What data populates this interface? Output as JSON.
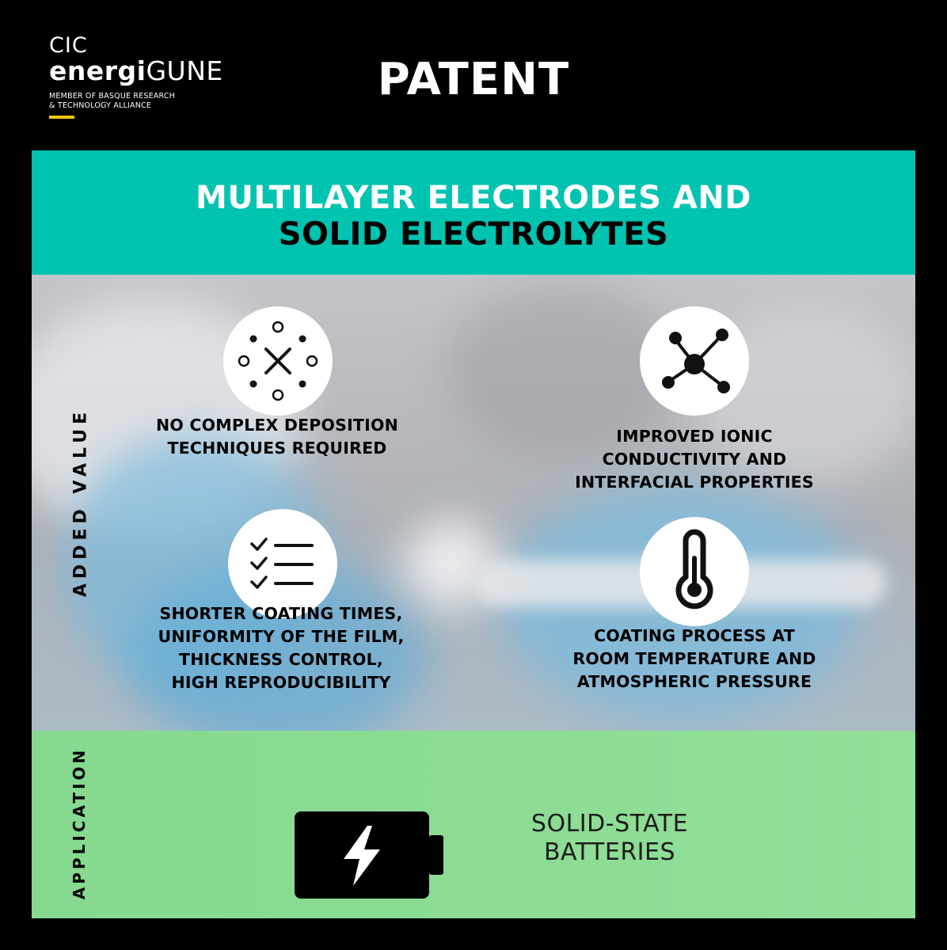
{
  "header": {
    "logo_line1": "CIC",
    "logo_brand_bold": "energi",
    "logo_brand_rest": "GUNE",
    "logo_sub_line1": "MEMBER OF BASQUE RESEARCH",
    "logo_sub_line2": "& TECHNOLOGY ALLIANCE",
    "title": "PATENT"
  },
  "banner": {
    "line1": "MULTILAYER ELECTRODES AND",
    "line2": "SOLID ELECTROLYTES"
  },
  "added_value": {
    "label": "ADDED VALUE",
    "items": [
      {
        "icon": "deposition-icon",
        "line1": "NO COMPLEX DEPOSITION",
        "line2": "TECHNIQUES REQUIRED"
      },
      {
        "icon": "molecule-icon",
        "line1": "IMPROVED IONIC",
        "line2": "CONDUCTIVITY AND",
        "line3": "INTERFACIAL PROPERTIES"
      },
      {
        "icon": "checklist-icon",
        "line1": "SHORTER COATING TIMES,",
        "line2": "UNIFORMITY OF THE FILM,",
        "line3": "THICKNESS CONTROL,",
        "line4": "HIGH REPRODUCIBILITY"
      },
      {
        "icon": "thermometer-icon",
        "line1": "COATING PROCESS AT",
        "line2": "ROOM TEMPERATURE AND",
        "line3": "ATMOSPHERIC PRESSURE"
      }
    ]
  },
  "application": {
    "label": "APPLICATION",
    "icon": "battery-icon",
    "line1": "SOLID-STATE",
    "line2": "BATTERIES"
  },
  "colors": {
    "background": "#000000",
    "teal": "#00c3b0",
    "green": "#8ddb93",
    "accent_yellow": "#f5c400"
  }
}
